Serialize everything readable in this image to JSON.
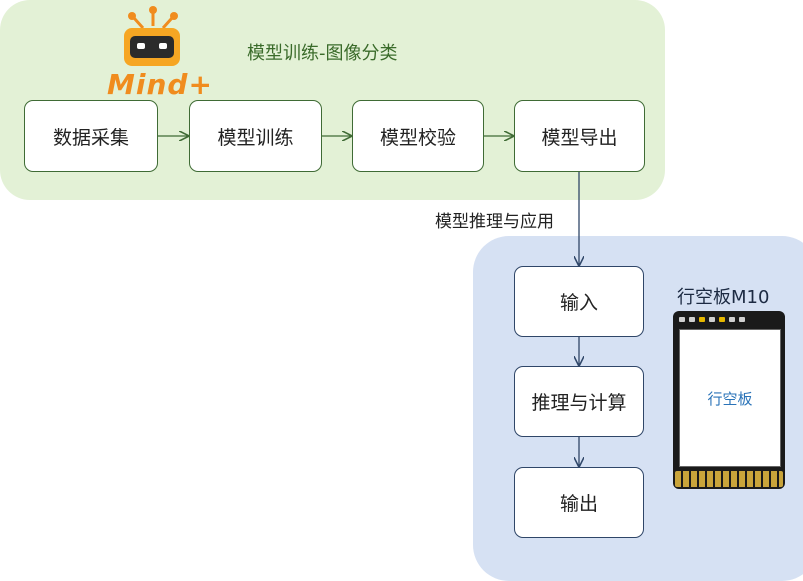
{
  "training": {
    "title": "模型训练-图像分类",
    "logo_text": "Mind+",
    "steps": [
      "数据采集",
      "模型训练",
      "模型校验",
      "模型导出"
    ]
  },
  "link_label": "模型推理与应用",
  "inference": {
    "steps": [
      "输入",
      "推理与计算",
      "输出"
    ]
  },
  "device": {
    "title": "行空板M10",
    "screen_text": "行空板"
  },
  "colors": {
    "training_panel": "#e3f1d6",
    "inference_panel": "#d6e1f3",
    "training_arrow": "#3f6b35",
    "inference_arrow": "#2f4668",
    "logo": "#f08c1e"
  }
}
